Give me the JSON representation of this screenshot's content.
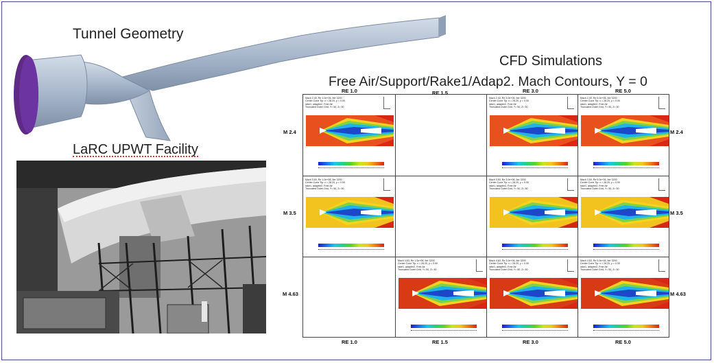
{
  "labels": {
    "tunnel_geometry": "Tunnel Geometry",
    "facility": "LaRC UPWT Facility",
    "cfd_title": "CFD Simulations",
    "cfd_subtitle": "Free Air/Support/Rake1/Adap2. Mach Contours, Y = 0"
  },
  "grid": {
    "top_columns": [
      "RE 1.0",
      "RE 1.5",
      "RE 3.0",
      "RE 5.0"
    ],
    "bottom_columns": [
      "RE 1.0",
      "RE 1.5",
      "RE 3.0",
      "RE 5.0"
    ],
    "left_rows": [
      "M 2.4",
      "M 3.5",
      "M 4.63"
    ],
    "right_rows": [
      "M 2.4",
      "M 3.5",
      "M 4.63"
    ]
  },
  "cells": [
    {
      "id": "m24-re10",
      "header": [
        "Mach 2.40, Re 1.0e+06, Iter 3200",
        "Center Cone Tip: x = 28.20, y = 0.00",
        "rake1, adapter2, Free Air",
        "Truncated Outer Grid, Y= 50, Z= 50"
      ]
    },
    {
      "id": "m24-re30",
      "header": [
        "Mach 2.40, Re 3.0e+06, Iter 3200",
        "Center Cone Tip: x = 28.20, y = 0.00",
        "rake1, adapter2, Free Air",
        "Truncated Outer Grid, Y= 50, Z= 50"
      ]
    },
    {
      "id": "m24-re50",
      "header": [
        "Mach 2.40, Re 5.0e+06, Iter 3200",
        "Center Cone Tip: x = 28.20, y = 0.00",
        "rake1, adapter2, Free Air",
        "Truncated Outer Grid, Y= 50, Z= 50"
      ]
    },
    {
      "id": "m35-re10",
      "header": [
        "Mach 3.50, Re 1.0e+06, Iter 3200",
        "Center Cone Tip: x = 28.20, y = 0.00",
        "rake1, adapter2, Free Air",
        "Truncated Outer Grid, Y= 50, Z= 50"
      ]
    },
    {
      "id": "m35-re30",
      "header": [
        "Mach 3.50, Re 3.0e+06, Iter 3200",
        "Center Cone Tip: x = 28.20, y = 0.00",
        "rake1, adapter2, Free Air",
        "Truncated Outer Grid, Y= 50, Z= 50"
      ]
    },
    {
      "id": "m35-re50",
      "header": [
        "Mach 3.50, Re 5.0e+06, Iter 3200",
        "Center Cone Tip: x = 28.20, y = 0.00",
        "rake1, adapter2, Free Air",
        "Truncated Outer Grid, Y= 50, Z= 50"
      ]
    },
    {
      "id": "m463-re15",
      "header": [
        "Mach 4.63, Re 1.5e+06, Iter 3200",
        "Center Cone Tip: x = 28.20, y = 0.00",
        "rake1, adapter2, Free Air",
        "Truncated Outer Grid, Y= 50, Z= 50"
      ]
    },
    {
      "id": "m463-re30",
      "header": [
        "Mach 4.63, Re 3.0e+06, Iter 3200",
        "Center Cone Tip: x = 28.20, y = 0.00",
        "rake1, adapter2, Free Air",
        "Truncated Outer Grid, Y= 50, Z= 50"
      ]
    },
    {
      "id": "m463-re50",
      "header": [
        "Mach 4.63, Re 5.0e+06, Iter 3200",
        "Center Cone Tip: x = 28.20, y = 0.00",
        "rake1, adapter2, Free Air",
        "Truncated Outer Grid, Y= 50, Z= 50"
      ]
    }
  ],
  "colors": {
    "frame": "#3f4f86",
    "tunnel_body": "#b7c4d6",
    "tunnel_face": "#6a2a8c",
    "freestream_m24": "#e8501e",
    "freestream_m35": "#f2c21e",
    "freestream_m463": "#d83a16",
    "core_flow": "#1fb4e8"
  }
}
